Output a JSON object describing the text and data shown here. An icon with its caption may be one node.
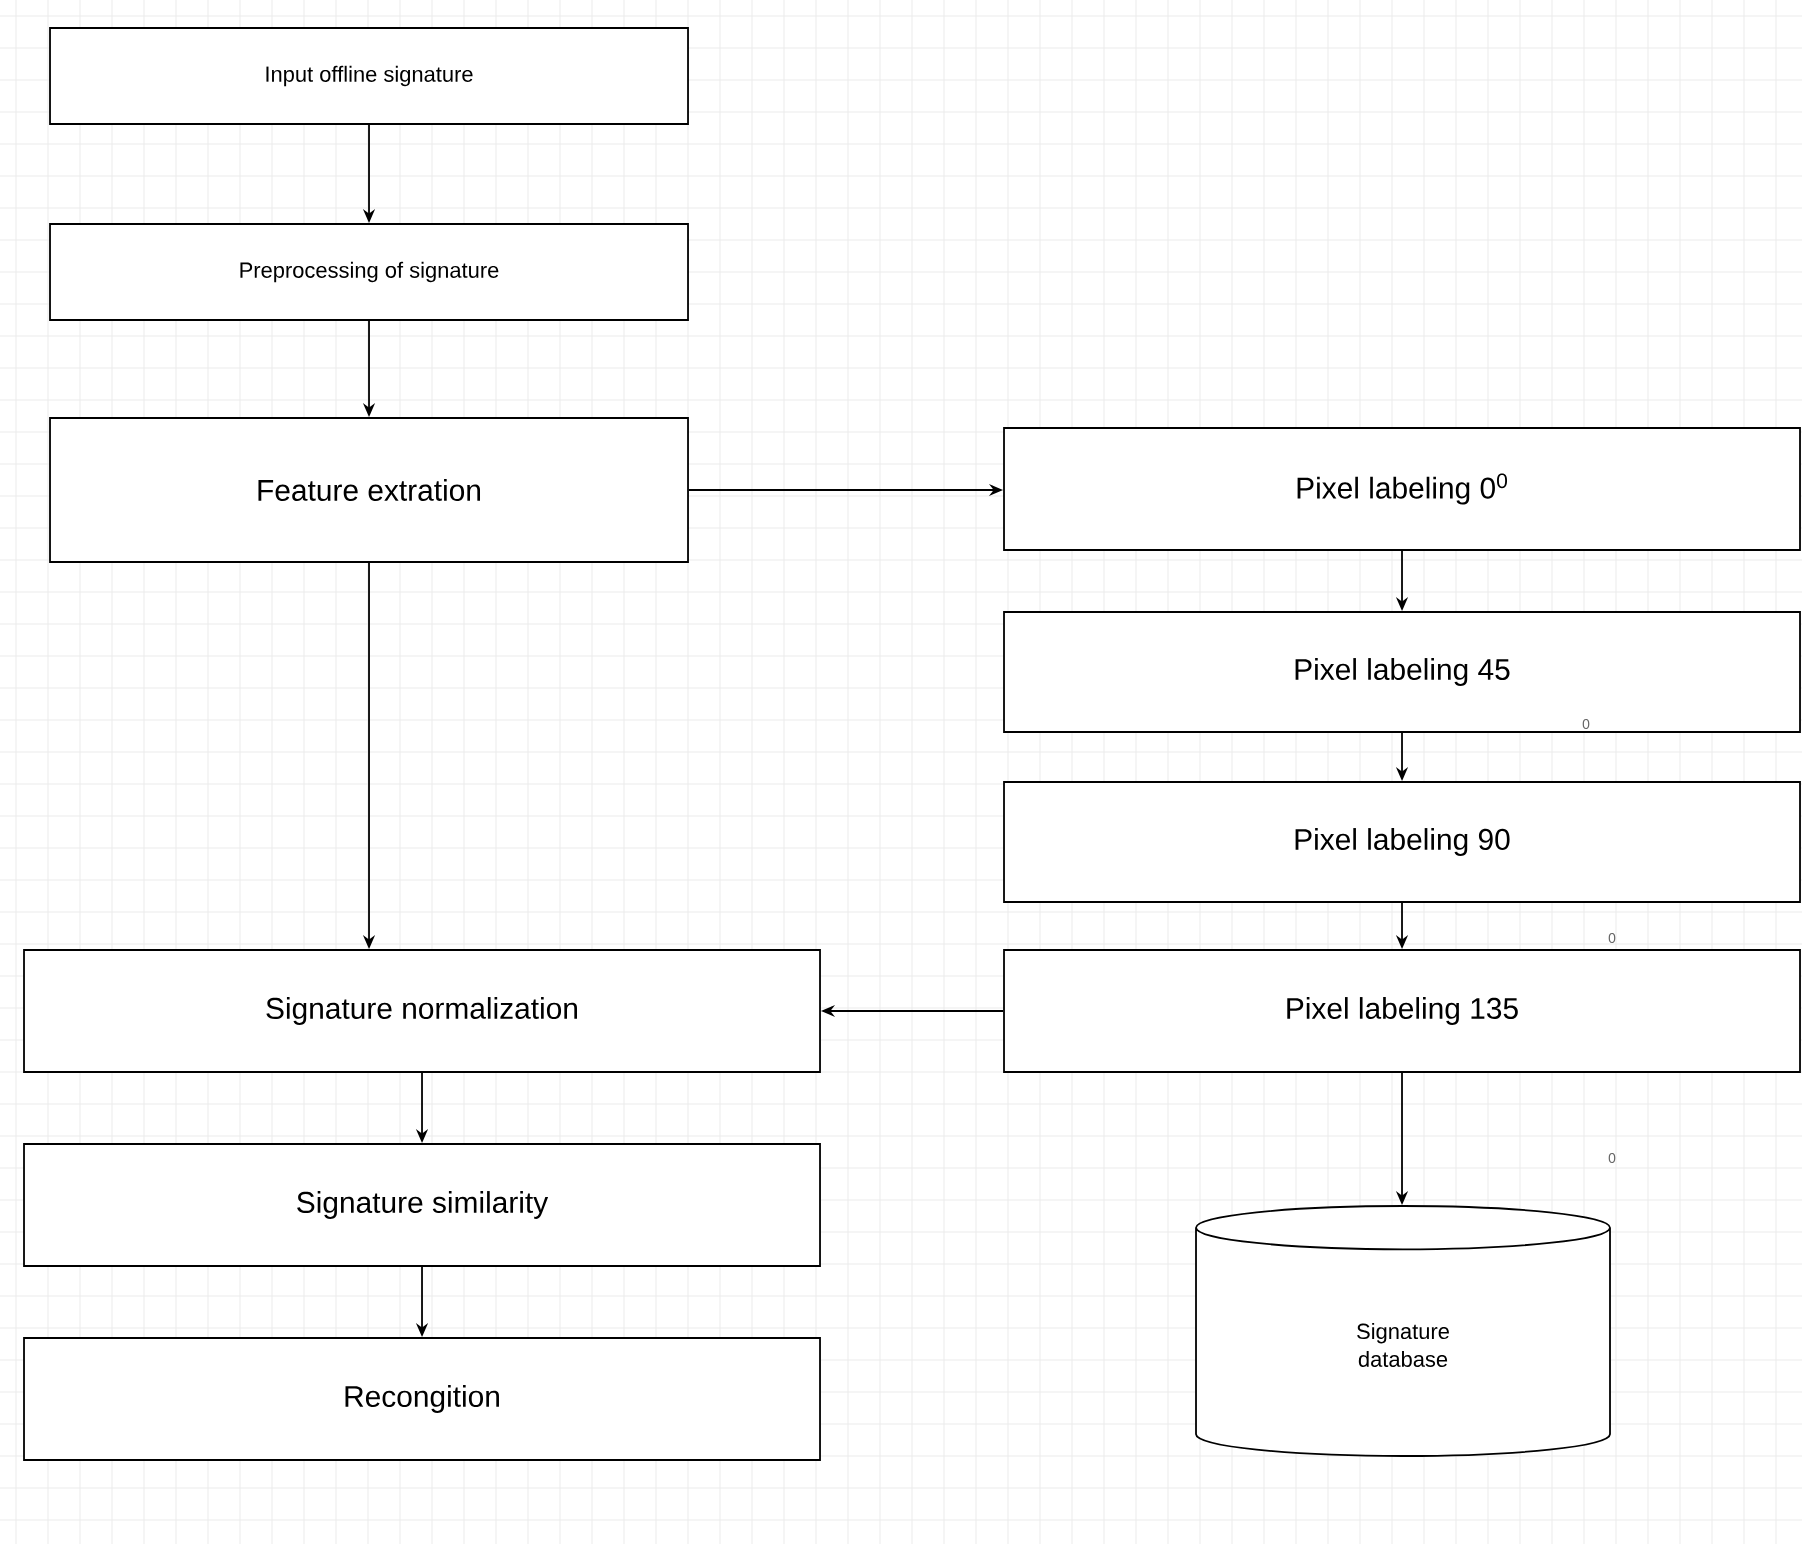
{
  "diagram": {
    "nodes": [
      {
        "text": [
          "Input offline signature"
        ]
      },
      {
        "text": [
          "Preprocessing of signature"
        ]
      },
      {
        "text": [
          "Feature extration"
        ]
      },
      {
        "text": [
          "Pixel labeling 0$^{0}$"
        ]
      },
      {
        "text": [
          "Pixel labeling 45"
        ]
      },
      {
        "text": [
          "Pixel labeling 90"
        ]
      },
      {
        "text": [
          "Pixel labeling 135"
        ]
      },
      {
        "text": [
          "Signature normalization"
        ]
      },
      {
        "text": [
          "Signature similarity"
        ]
      },
      {
        "text": [
          "Recongition"
        ]
      },
      {
        "text": [
          "Signature database"
        ]
      }
    ],
    "edges": [
      {
        "from": 0,
        "to": 1,
        "arrow": "to"
      },
      {
        "from": 1,
        "to": 2,
        "arrow": "to"
      },
      {
        "from": 2,
        "to": 3,
        "arrow": "to"
      },
      {
        "from": 3,
        "to": 4,
        "arrow": "to"
      },
      {
        "from": 4,
        "to": 5,
        "arrow": "to"
      },
      {
        "from": 5,
        "to": 6,
        "arrow": "to"
      },
      {
        "from": 2,
        "to": 7,
        "arrow": "to"
      },
      {
        "from": 6,
        "to": 7,
        "arrow": "to"
      },
      {
        "from": 6,
        "to": 10,
        "arrow": "to"
      },
      {
        "from": 7,
        "to": 8,
        "arrow": "to"
      },
      {
        "from": 8,
        "to": 9,
        "arrow": "to"
      }
    ],
    "labels": [
      "0",
      "0",
      "0"
    ]
  }
}
